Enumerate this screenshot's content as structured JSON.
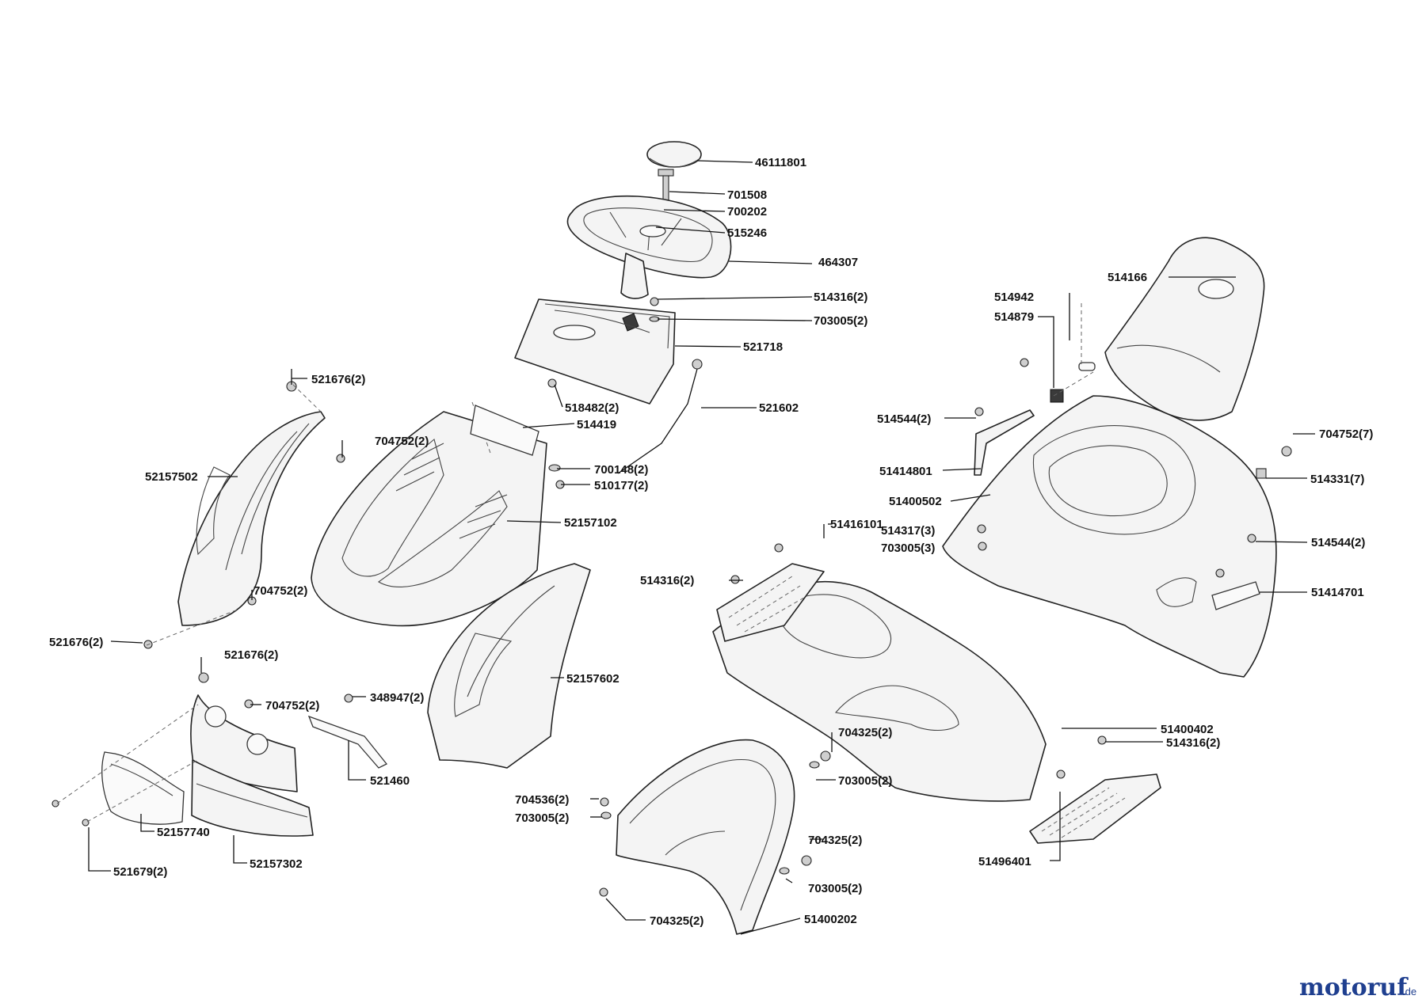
{
  "callouts": [
    {
      "id": "c01",
      "label": "46111801"
    },
    {
      "id": "c02",
      "label": "701508"
    },
    {
      "id": "c03",
      "label": "700202"
    },
    {
      "id": "c04",
      "label": "515246"
    },
    {
      "id": "c05",
      "label": "464307"
    },
    {
      "id": "c06",
      "label": "514316(2)"
    },
    {
      "id": "c07",
      "label": "703005(2)"
    },
    {
      "id": "c08",
      "label": "521718"
    },
    {
      "id": "c09",
      "label": "518482(2)"
    },
    {
      "id": "c10",
      "label": "521602"
    },
    {
      "id": "c11",
      "label": "514419"
    },
    {
      "id": "c12",
      "label": "521676(2)"
    },
    {
      "id": "c13",
      "label": "704752(2)"
    },
    {
      "id": "c14",
      "label": "52157502"
    },
    {
      "id": "c15",
      "label": "700148(2)"
    },
    {
      "id": "c16",
      "label": "510177(2)"
    },
    {
      "id": "c17",
      "label": "52157102"
    },
    {
      "id": "c18",
      "label": "704752(2)"
    },
    {
      "id": "c19",
      "label": "521676(2)"
    },
    {
      "id": "c20",
      "label": "521676(2)"
    },
    {
      "id": "c21",
      "label": "704752(2)"
    },
    {
      "id": "c22",
      "label": "348947(2)"
    },
    {
      "id": "c23",
      "label": "52157602"
    },
    {
      "id": "c24",
      "label": "521460"
    },
    {
      "id": "c25",
      "label": "52157740"
    },
    {
      "id": "c26",
      "label": "52157302"
    },
    {
      "id": "c27",
      "label": "521679(2)"
    },
    {
      "id": "c28",
      "label": "514166"
    },
    {
      "id": "c29",
      "label": "514942"
    },
    {
      "id": "c30",
      "label": "514879"
    },
    {
      "id": "c31",
      "label": "514544(2)"
    },
    {
      "id": "c32",
      "label": "704752(7)"
    },
    {
      "id": "c33",
      "label": "51414801"
    },
    {
      "id": "c34",
      "label": "514331(7)"
    },
    {
      "id": "c35",
      "label": "51400502"
    },
    {
      "id": "c36",
      "label": "51416101"
    },
    {
      "id": "c37",
      "label": "514317(3)"
    },
    {
      "id": "c38",
      "label": "703005(3)"
    },
    {
      "id": "c39",
      "label": "514544(2)"
    },
    {
      "id": "c40",
      "label": "514316(2)"
    },
    {
      "id": "c41",
      "label": "51414701"
    },
    {
      "id": "c42",
      "label": "51400402"
    },
    {
      "id": "c43",
      "label": "514316(2)"
    },
    {
      "id": "c44",
      "label": "704325(2)"
    },
    {
      "id": "c45",
      "label": "703005(2)"
    },
    {
      "id": "c46",
      "label": "704536(2)"
    },
    {
      "id": "c47",
      "label": "703005(2)"
    },
    {
      "id": "c48",
      "label": "704325(2)"
    },
    {
      "id": "c49",
      "label": "703005(2)"
    },
    {
      "id": "c50",
      "label": "51496401"
    },
    {
      "id": "c51",
      "label": "704325(2)"
    },
    {
      "id": "c52",
      "label": "51400202"
    }
  ],
  "watermark": {
    "brand_main": "motoruf",
    "brand_suffix": ".de"
  },
  "colors": {
    "ink": "#111111",
    "part_fill": "#f4f4f4",
    "brand_blue": "#1f3f8f",
    "brand_orange": "#d88a1a"
  }
}
